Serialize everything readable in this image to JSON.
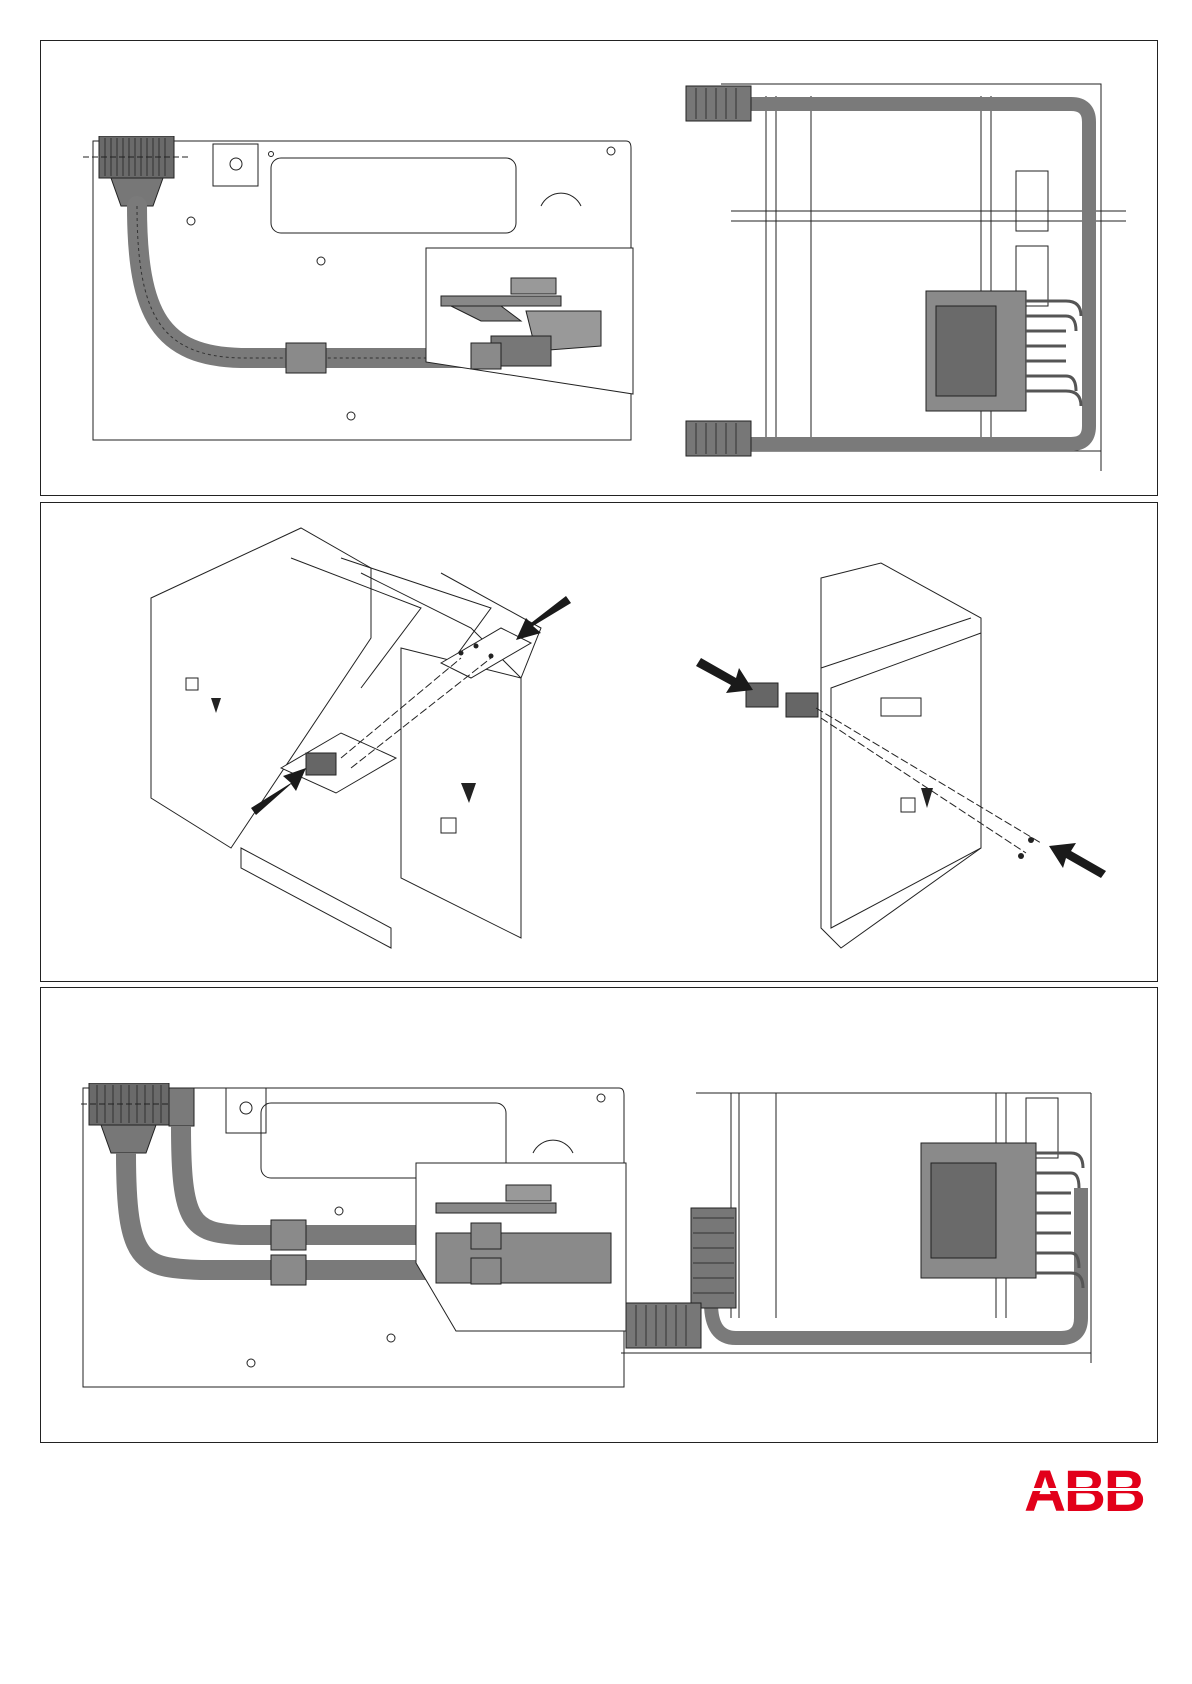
{
  "brand": {
    "logo_text": "ABB",
    "color": "#e2001a"
  },
  "panels": [
    {
      "name": "harness-side-view-single",
      "figures": [
        "side-view-single-cable",
        "top-view-single-connector"
      ]
    },
    {
      "name": "connector-installation",
      "figures": [
        "iso-view-left-unit",
        "iso-view-right-unit"
      ]
    },
    {
      "name": "harness-side-view-double",
      "figures": [
        "side-view-double-cable",
        "top-view-double-connector"
      ]
    }
  ],
  "colors": {
    "line": "#222222",
    "cable": "#7a7a7a",
    "cable_dark": "#555555",
    "arrow": "#1a1a1a"
  }
}
